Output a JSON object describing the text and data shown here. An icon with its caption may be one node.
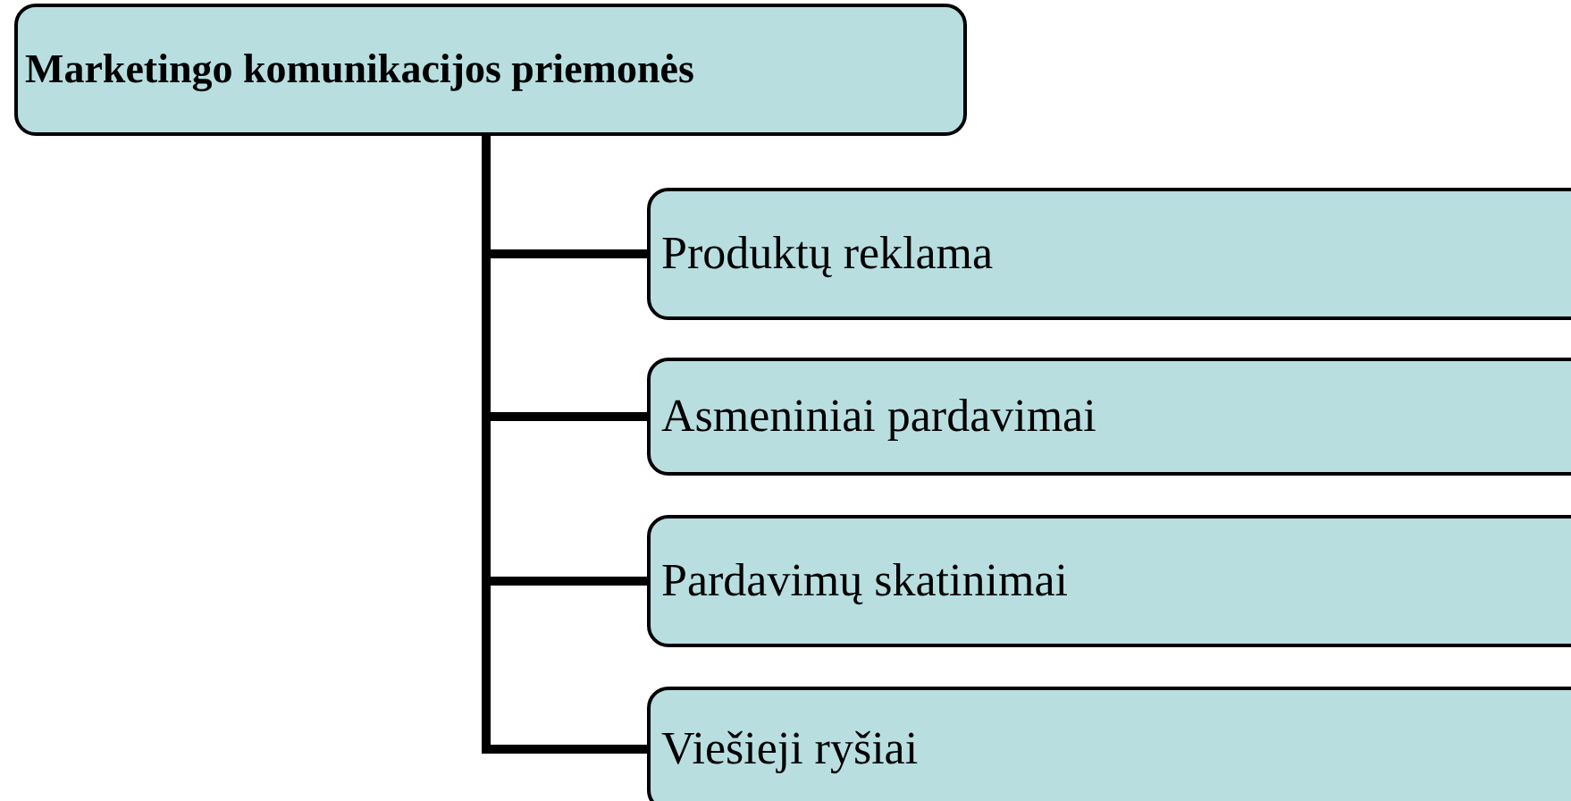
{
  "diagram": {
    "nodes": [
      {
        "text": [
          "Marketingo komunikacijos priemonės"
        ]
      },
      {
        "text": [
          "Produktų reklama"
        ]
      },
      {
        "text": [
          "Asmeniniai pardavimai"
        ]
      },
      {
        "text": [
          "Pardavimų skatinimai"
        ]
      },
      {
        "text": [
          "Viešieji ryšiai"
        ]
      }
    ],
    "edges": [
      {
        "from": 0,
        "to": 1,
        "arrow": "none"
      },
      {
        "from": 0,
        "to": 2,
        "arrow": "none"
      },
      {
        "from": 0,
        "to": 3,
        "arrow": "none"
      },
      {
        "from": 0,
        "to": 4,
        "arrow": "none"
      }
    ]
  }
}
